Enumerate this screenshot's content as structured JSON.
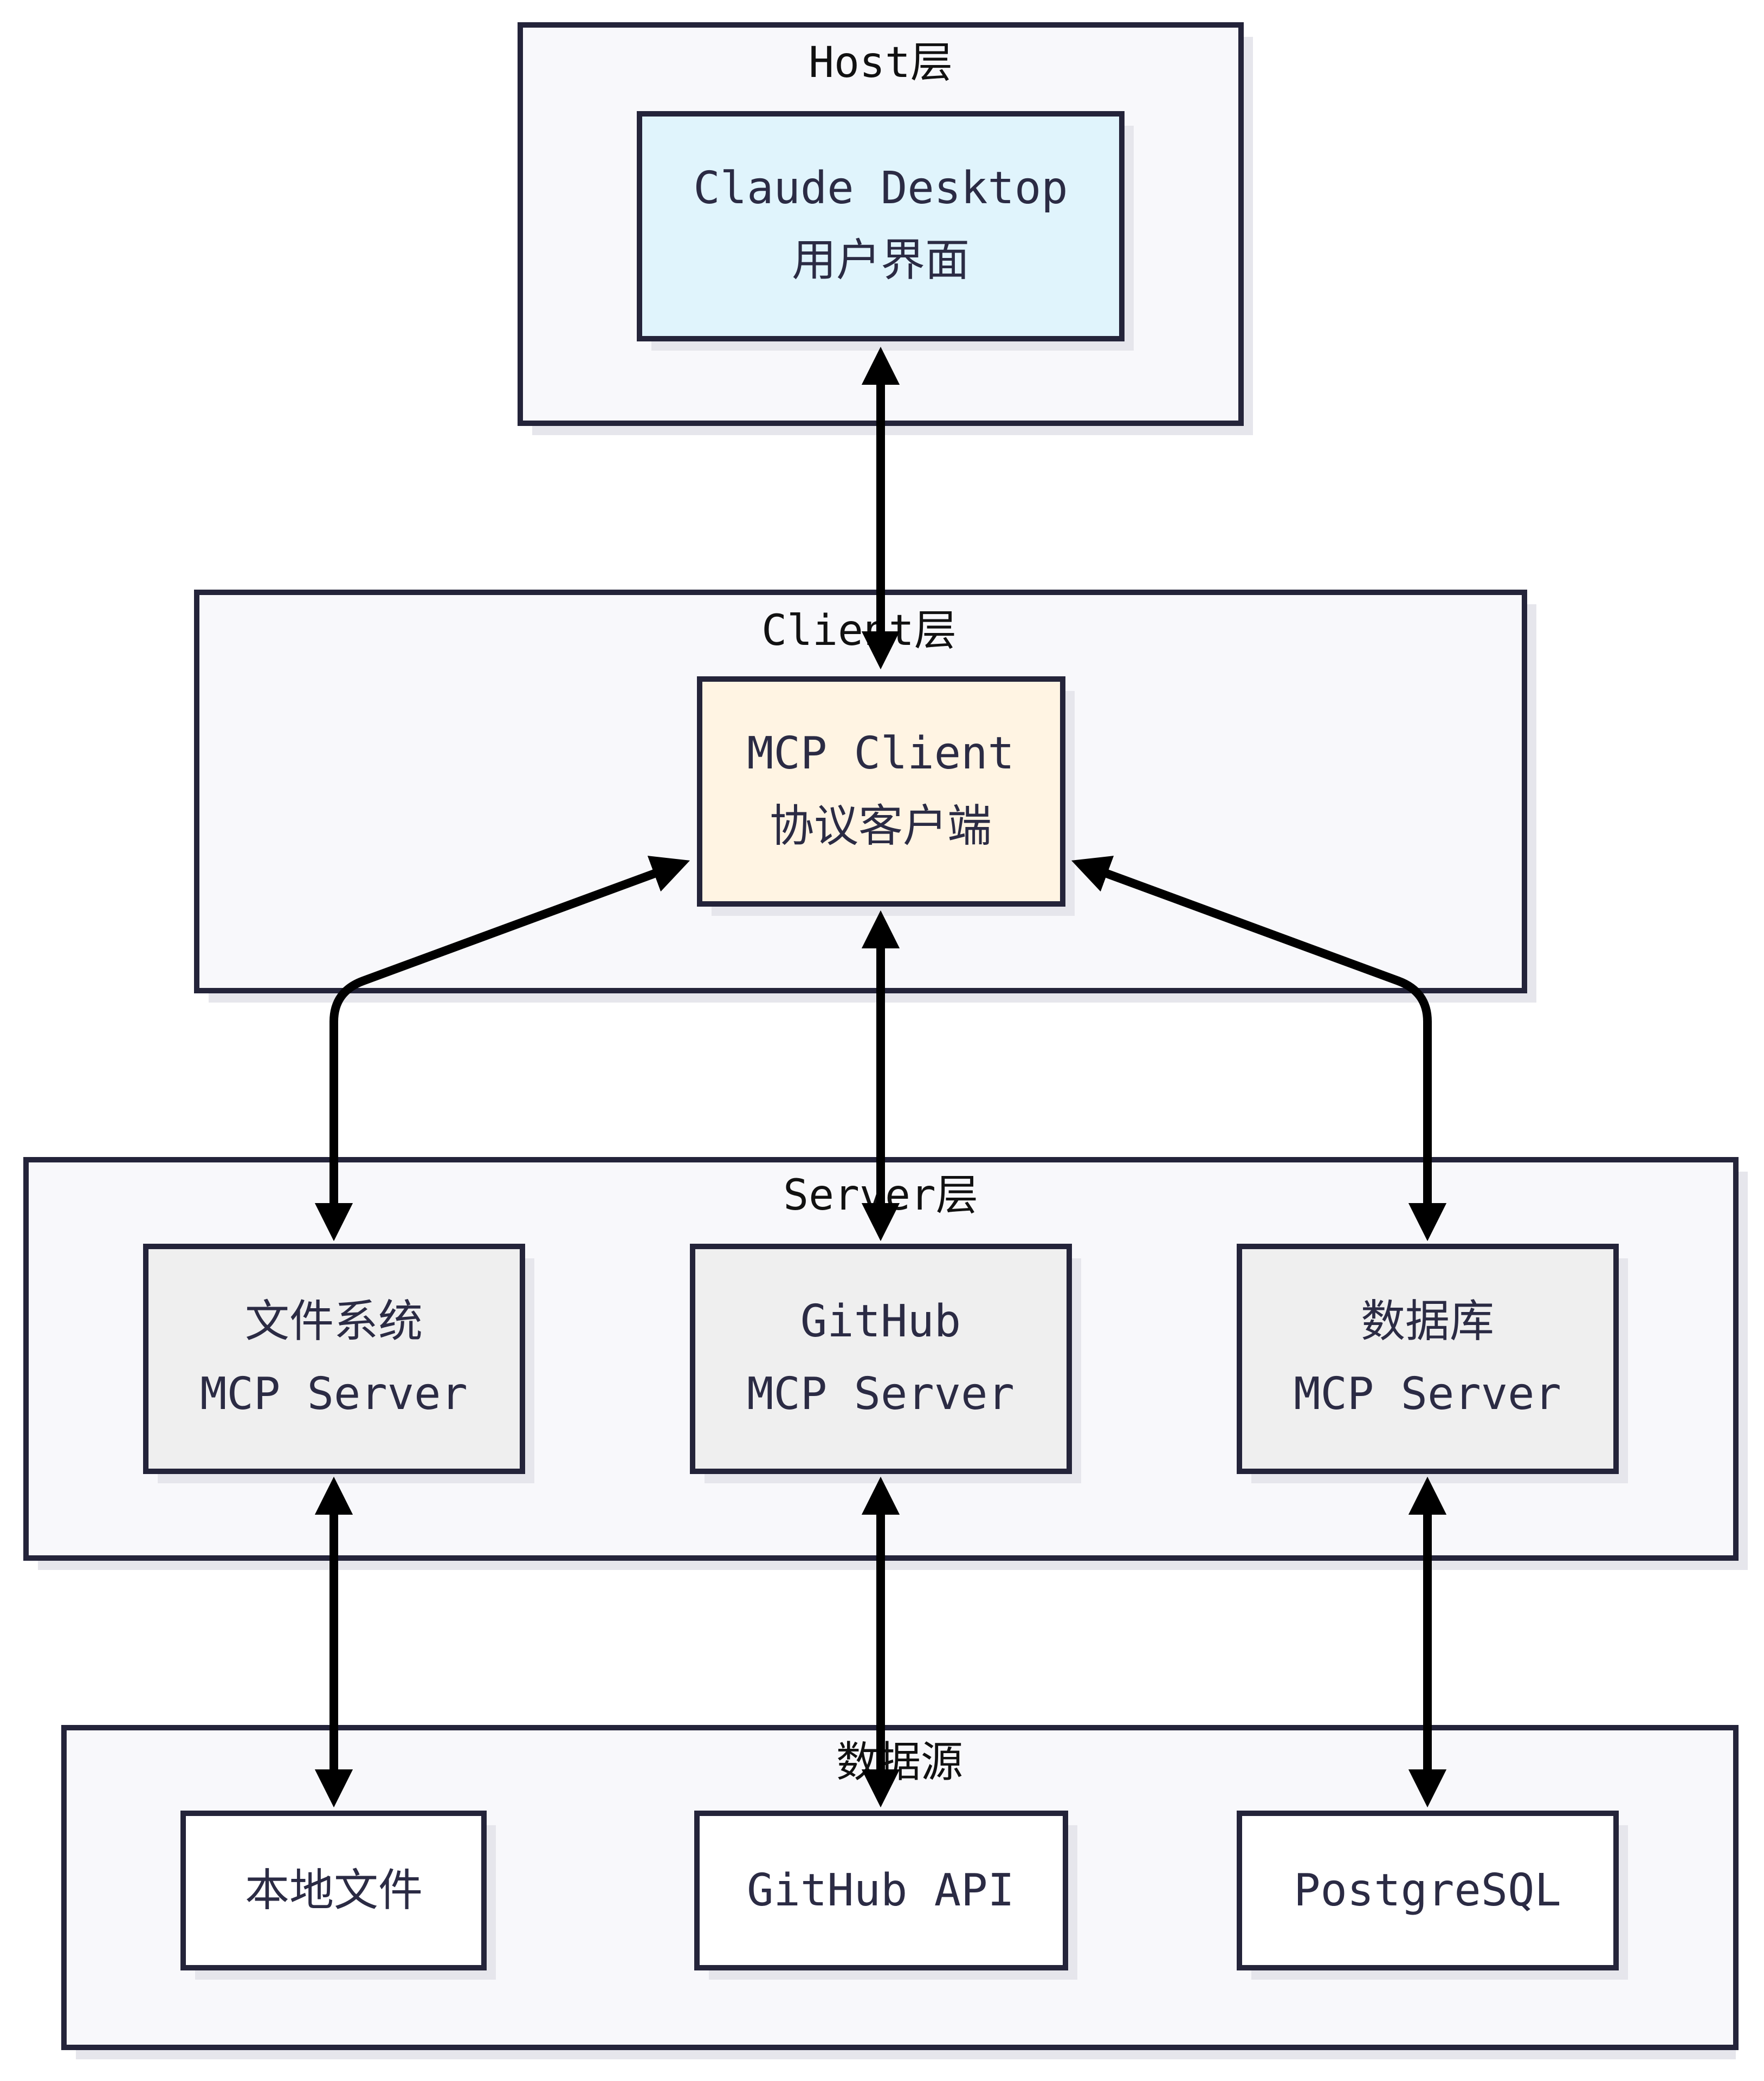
{
  "groups": {
    "host": "Host层",
    "client": "Client层",
    "server": "Server层",
    "sources": "数据源"
  },
  "nodes": {
    "claude_desktop": {
      "line1": "Claude Desktop",
      "line2": "用户界面"
    },
    "mcp_client": {
      "line1": "MCP Client",
      "line2": "协议客户端"
    },
    "fs_server": {
      "line1": "文件系统",
      "line2": "MCP Server"
    },
    "github_server": {
      "line1": "GitHub",
      "line2": "MCP Server"
    },
    "db_server": {
      "line1": "数据库",
      "line2": "MCP Server"
    },
    "local_files": {
      "label": "本地文件"
    },
    "github_api": {
      "label": "GitHub API"
    },
    "postgresql": {
      "label": "PostgreSQL"
    }
  },
  "colors": {
    "group_fill": "#f8f8fb",
    "group_stroke": "#24243a",
    "claude_desktop_fill": "#e0f4fc",
    "mcp_client_fill": "#fff4e3",
    "server_fill": "#efefef",
    "source_fill": "#ffffff",
    "shadow": "#e6e6ec"
  }
}
